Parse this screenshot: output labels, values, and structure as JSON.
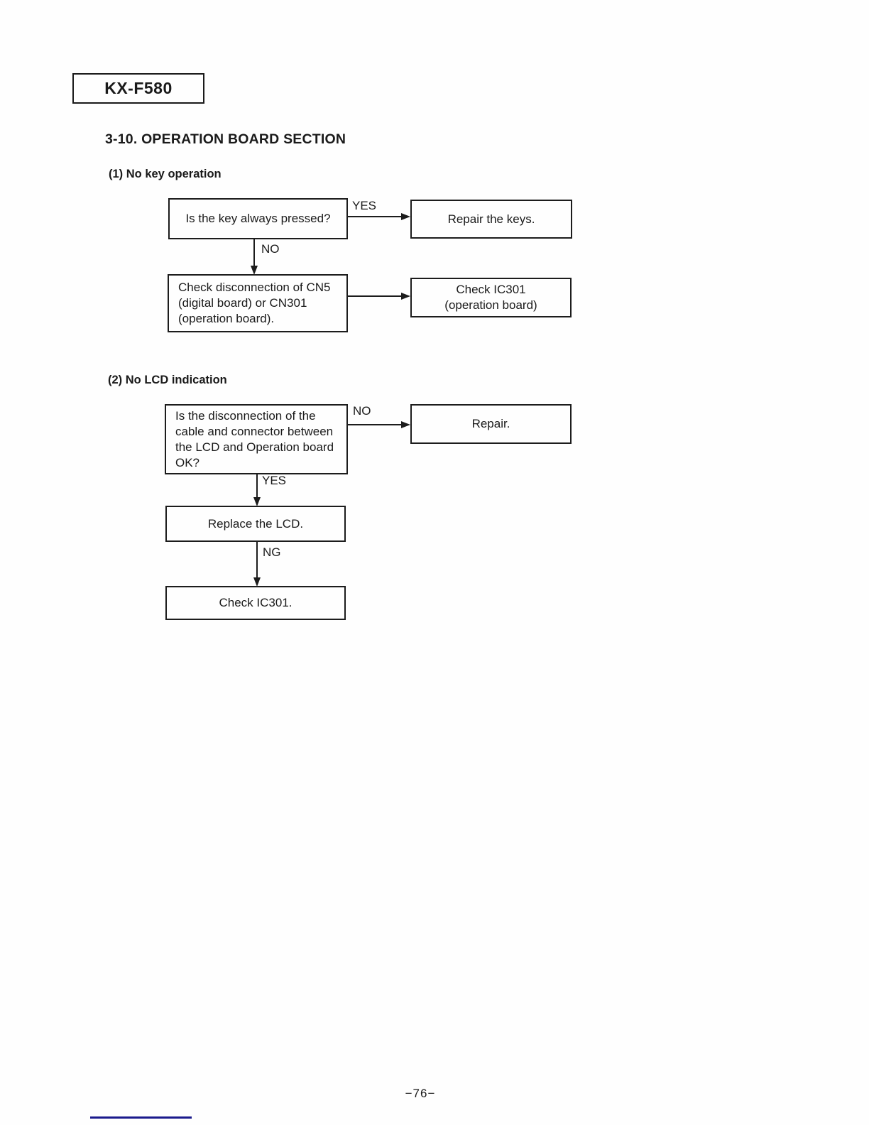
{
  "page": {
    "model_label": "KX-F580",
    "section_title": "3-10. OPERATION BOARD SECTION",
    "page_number": "−76−"
  },
  "colors": {
    "ink": "#1a1a1a",
    "footer_line": "#1a1a8c"
  },
  "flowchart1": {
    "heading": "(1) No key operation",
    "question": "Is the key always pressed?",
    "yes_label": "YES",
    "no_label": "NO",
    "repair_keys": "Repair the keys.",
    "check_cn5": "Check disconnection of CN5\n(digital board) or CN301\n(operation board).",
    "check_ic301_op": "Check IC301\n(operation board)"
  },
  "flowchart2": {
    "heading": "(2) No LCD indication",
    "question": "Is the disconnection of the\ncable and connector between\nthe LCD and Operation board\nOK?",
    "no_label": "NO",
    "yes_label": "YES",
    "ng_label": "NG",
    "repair": "Repair.",
    "replace_lcd": "Replace the LCD.",
    "check_ic301": "Check IC301."
  }
}
